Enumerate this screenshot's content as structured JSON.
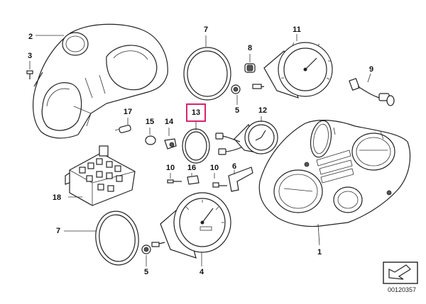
{
  "diagram": {
    "labels": [
      "1",
      "2",
      "3",
      "4",
      "5",
      "5",
      "6",
      "7",
      "7",
      "8",
      "9",
      "10",
      "10",
      "11",
      "12",
      "13",
      "14",
      "15",
      "16",
      "17",
      "18"
    ],
    "highlight_label": "13",
    "highlight_color": "#d6246e",
    "reference_number": "00120357"
  }
}
